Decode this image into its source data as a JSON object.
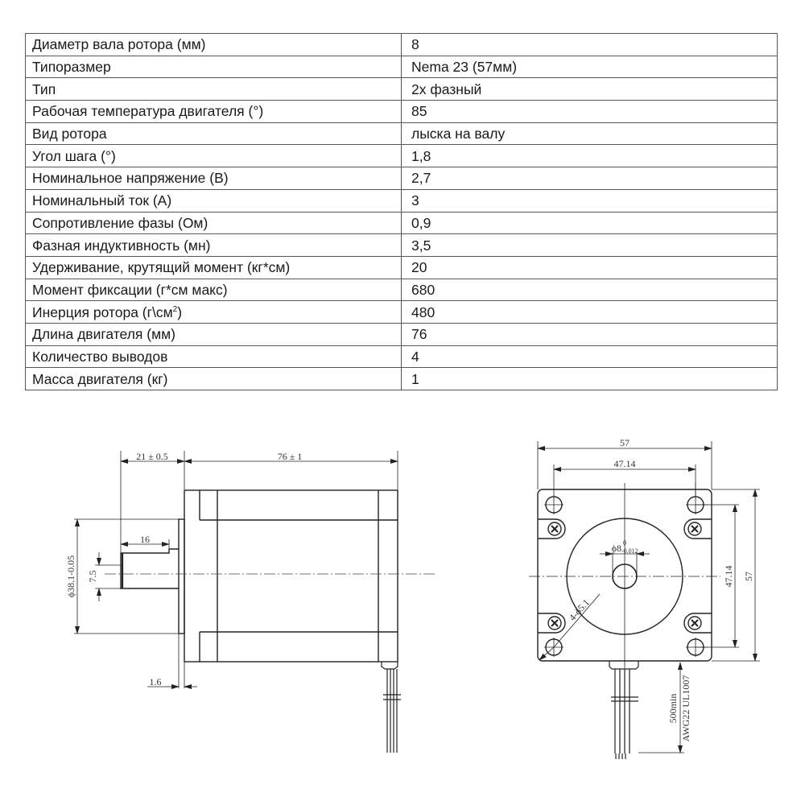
{
  "spec_table": {
    "rows": [
      {
        "param": "Диаметр вала ротора (мм)",
        "value": "8"
      },
      {
        "param": "Типоразмер",
        "value": "Nema 23 (57мм)"
      },
      {
        "param": "Тип",
        "value": "2х фазный"
      },
      {
        "param": "Рабочая температура двигателя (°)",
        "value": "85"
      },
      {
        "param": "Вид ротора",
        "value": "лыска на валу"
      },
      {
        "param": "Угол шага (°)",
        "value": "1,8"
      },
      {
        "param": "Номинальное напряжение (В)",
        "value": "2,7"
      },
      {
        "param": "Номинальный ток (А)",
        "value": "3"
      },
      {
        "param": "Сопротивление фазы (Ом)",
        "value": "0,9"
      },
      {
        "param": "Фазная индуктивность (мн)",
        "value": "3,5"
      },
      {
        "param": "Удерживание, крутящий момент (кг*см)",
        "value": "20"
      },
      {
        "param": "Момент фиксации (г*см макс)",
        "value": "680"
      },
      {
        "param": "Инерция ротора (г\\см",
        "param_sup": "2",
        "param_tail": ")",
        "value": "480"
      },
      {
        "param": "Длина двигателя (мм)",
        "value": "76"
      },
      {
        "param": "Количество выводов",
        "value": "4"
      },
      {
        "param": "Масса двигателя (кг)",
        "value": "1"
      }
    ]
  },
  "side_view": {
    "dim_flange_to_shaft": "21 ± 0.5",
    "dim_body_length": "76 ± 1",
    "dim_shaft_flat": "16",
    "dim_flat_height": "7.5",
    "dim_boss_diameter": "ϕ38.1-0.05",
    "dim_boss_thickness": "1.6"
  },
  "front_view": {
    "dim_width": "57",
    "dim_hole_spacing_h": "47.14",
    "dim_hole_spacing_v": "47.14",
    "dim_height": "57",
    "dim_shaft_diameter": "ϕ8",
    "dim_shaft_tol_upper": "0",
    "dim_shaft_tol_lower": "-0.012",
    "dim_mount_holes": "4-ϕ5.1",
    "dim_lead_length": "500min",
    "dim_wire_spec": "AWG22 UL1007"
  }
}
